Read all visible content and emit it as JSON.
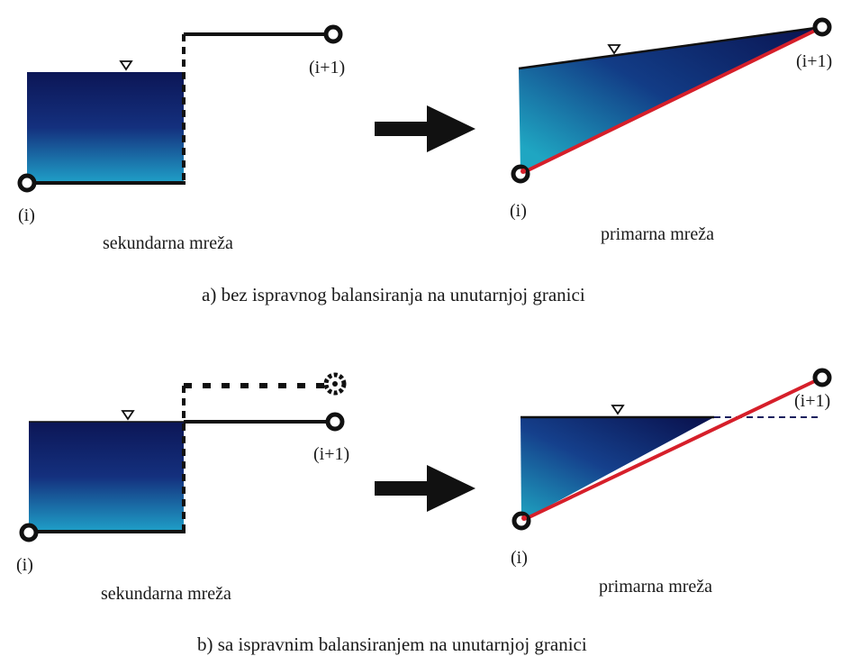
{
  "panel_a": {
    "left": {
      "node_i": "(i)",
      "node_next": "(i+1)",
      "caption": "sekundarna mreža"
    },
    "right": {
      "node_i": "(i)",
      "node_next": "(i+1)",
      "caption": "primarna mreža"
    },
    "subtitle": "a) bez ispravnog balansiranja na unutarnjoj granici"
  },
  "panel_b": {
    "left": {
      "node_i": "(i)",
      "node_next": "(i+1)",
      "caption": "sekundarna mreža"
    },
    "right": {
      "node_i": "(i)",
      "node_next": "(i+1)",
      "caption": "primarna mreža"
    },
    "subtitle": "b) sa ispravnim balansiranjem na unutarnjoj granici"
  },
  "colors": {
    "water_top": "#0d1a5e",
    "water_bottom": "#1fa3c4",
    "red_line": "#d61f2a",
    "ink": "#111111"
  }
}
